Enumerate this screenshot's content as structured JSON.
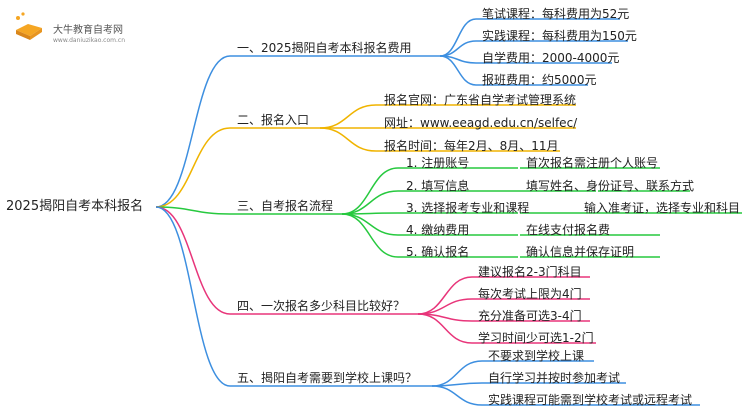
{
  "logo": {
    "title": "大牛教育自考网",
    "url": "www.daniuzikao.com.cn"
  },
  "mindmap": {
    "root": "2025揭阳自考本科报名",
    "branches": [
      {
        "label": "一、2025揭阳自考本科报名费用",
        "color": "#3d8fe0",
        "items": [
          "笔试课程：每科费用为52元",
          "实践课程：每科费用为150元",
          "自学费用：2000-4000元",
          "报班费用：约5000元"
        ]
      },
      {
        "label": "二、报名入口",
        "color": "#f0b400",
        "items": [
          "报名官网：广东省自学考试管理系统",
          "网址：www.eeagd.edu.cn/selfec/",
          "报名时间：每年2月、8月、11月"
        ]
      },
      {
        "label": "三、自考报名流程",
        "color": "#27c93f",
        "items": [
          {
            "step": "1. 注册账号",
            "desc": "首次报名需注册个人账号"
          },
          {
            "step": "2. 填写信息",
            "desc": "填写姓名、身份证号、联系方式"
          },
          {
            "step": "3. 选择报考专业和课程",
            "desc": "输入准考证，选择专业和科目"
          },
          {
            "step": "4. 缴纳费用",
            "desc": "在线支付报名费"
          },
          {
            "step": "5. 确认报名",
            "desc": "确认信息并保存证明"
          }
        ]
      },
      {
        "label": "四、一次报名多少科目比较好？",
        "color": "#e8357a",
        "items": [
          "建议报名2-3门科目",
          "每次考试上限为4门",
          "充分准备可选3-4门",
          "学习时间少可选1-2门"
        ]
      },
      {
        "label": "五、揭阳自考需要到学校上课吗？",
        "color": "#3d8fe0",
        "items": [
          "不要求到学校上课",
          "自行学习并按时参加考试",
          "实践课程可能需到学校考试或远程考试"
        ]
      }
    ]
  }
}
